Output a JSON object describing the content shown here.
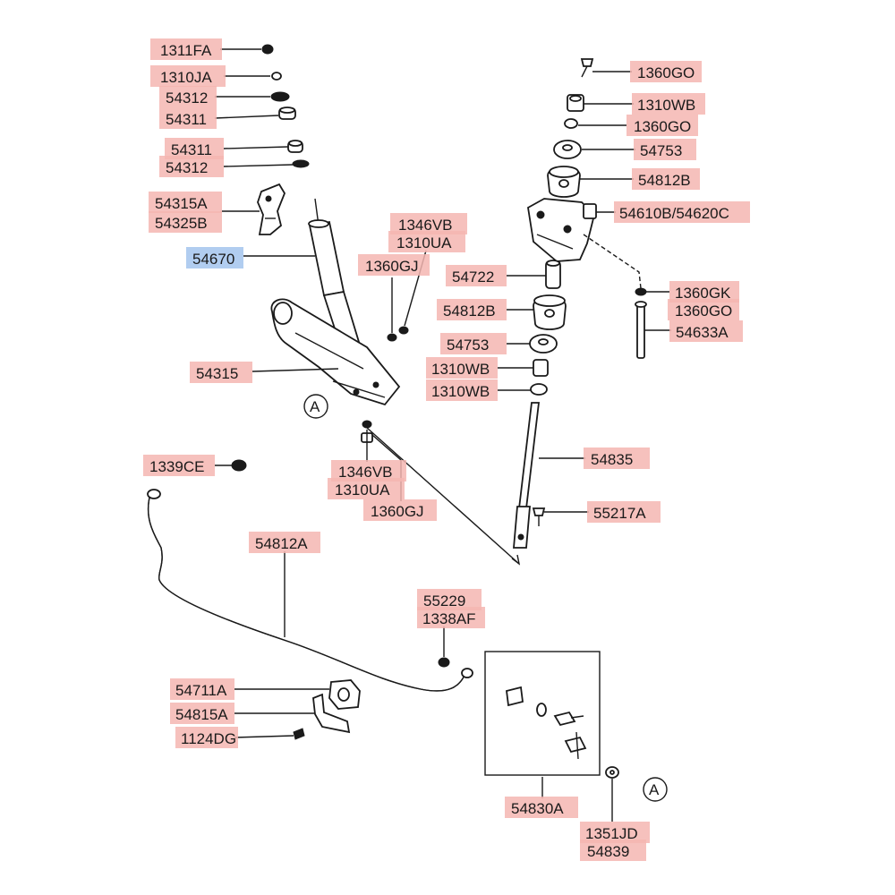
{
  "labels": {
    "p1311FA": "1311FA",
    "p1310JA": "1310JA",
    "p54312_a": "54312",
    "p54311_a": "54311",
    "p54311_b": "54311",
    "p54312_b": "54312",
    "p54315A": "54315A",
    "p54325B": "54325B",
    "p54670": "54670",
    "p1346VB_a": "1346VB",
    "p1310UA_a": "1310UA",
    "p1360GJ_a": "1360GJ",
    "p54315": "54315",
    "callout_a_left": "A",
    "p1339CE": "1339CE",
    "p1346VB_b": "1346VB",
    "p1310UA_b": "1310UA",
    "p1360GJ_b": "1360GJ",
    "p1360GO_a": "1360GO",
    "p1310WB_a": "1310WB",
    "p1360GO_b": "1360GO",
    "p54753_a": "54753",
    "p54812B_a": "54812B",
    "p54610B": "54610B/54620C",
    "p54722": "54722",
    "p1360GK": "1360GK",
    "p1360GO_c": "1360GO",
    "p54812B_b": "54812B",
    "p54633A": "54633A",
    "p54753_b": "54753",
    "p1310WB_b": "1310WB",
    "p1310WB_c": "1310WB",
    "p54835": "54835",
    "p55217A": "55217A",
    "p54812A": "54812A",
    "p55229": "55229",
    "p1338AF": "1338AF",
    "p54711A": "54711A",
    "p54815A": "54815A",
    "p1124DG": "1124DG",
    "p54830A": "54830A",
    "callout_a_right": "A",
    "p1351JD": "1351JD",
    "p54839": "54839"
  },
  "colors": {
    "highlight": "#f4b6b2",
    "selected_highlight": "#a9c8ee",
    "ink": "#1a1a1a"
  },
  "selected_part": "54670"
}
